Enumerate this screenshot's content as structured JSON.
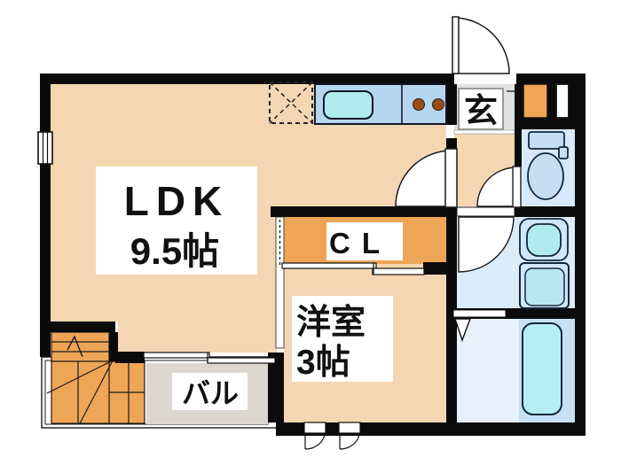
{
  "plan": {
    "type": "apartment-floor-plan",
    "rooms": {
      "ldk": {
        "name": "LDK",
        "size": "9.5帖"
      },
      "western_room": {
        "name": "洋室",
        "size": "3帖"
      },
      "closet": {
        "label": "CL"
      },
      "balcony": {
        "label": "バル"
      },
      "entrance": {
        "label": "玄"
      }
    },
    "fixtures": [
      "kitchen-counter",
      "sink",
      "stove-burners",
      "refrigerator-space",
      "shoe-cabinet",
      "toilet",
      "washbasin",
      "washing-machine",
      "bathtub",
      "stairs",
      "entrance-door",
      "sliding-windows"
    ]
  },
  "colors": {
    "wall": "#0b0b0b",
    "floor": "#f4d6b2",
    "stairs": "#efa556",
    "closet": "#efa556",
    "shoe_box": "#efa556",
    "balcony": "#dcd8d1",
    "genkan": "#e2e2e2",
    "counter": "#b6d6ef",
    "sink": "#b0ebf0",
    "burner": "#9a4c12",
    "toilet_room": "#d7e9fa",
    "fixture_blue": "#c5def4",
    "washroom": "#dbedfb",
    "panel": "#cfe7f8",
    "washer_inner": "#b9e6f2",
    "bath_floor": "#e7f1fb",
    "bath_panel": "#c7e0f4",
    "bathtub": "#b5eef3",
    "label_bg": "#ffffff",
    "genkan_box_border": "#999999",
    "line": "#1a1a1a"
  }
}
